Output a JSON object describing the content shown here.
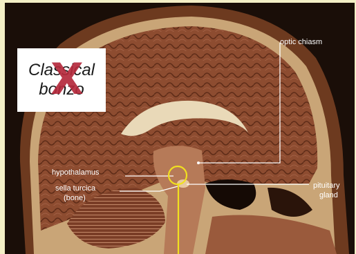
{
  "labels": {
    "optic_chiasm": "optic chiasm",
    "hypothalamus": "hypothalamus",
    "sella_turcica": "sella turcica",
    "sella_turcica_sub": "(bone)",
    "pituitary": "pituitary",
    "pituitary_sub": "gland"
  },
  "watermark": {
    "line1": "Classical",
    "line2": "bonzo",
    "mark": "X"
  },
  "colors": {
    "background": "#f4efc6",
    "brain_tissue": "#8a4a2e",
    "leader_line": "#ffffff",
    "highlight": "#f0e020",
    "watermark_x": "#b52a3c"
  }
}
